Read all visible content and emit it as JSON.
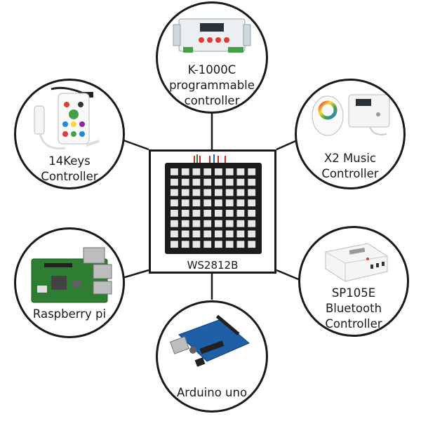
{
  "center": {
    "label": "WS2812B",
    "grid_rows": 8,
    "grid_cols": 8
  },
  "nodes": {
    "k1000c": {
      "lines": [
        "K-1000C",
        "programmable",
        "controller"
      ]
    },
    "keys14": {
      "lines": [
        "14Keys",
        "Controller"
      ]
    },
    "x2music": {
      "lines": [
        "X2 Music",
        "Controller"
      ]
    },
    "raspberry": {
      "lines": [
        "Raspberry pi"
      ]
    },
    "sp105e": {
      "lines": [
        "SP105E",
        "Bluetooth",
        "Controller"
      ]
    },
    "arduino": {
      "lines": [
        "Arduino uno"
      ]
    }
  },
  "colors": {
    "line": "#1a1a1a",
    "matrix_bg": "#1c1c1c",
    "led_cell": "#e8e8e8",
    "pcb_green": "#2e7d32",
    "arduino_blue": "#1e5fa8"
  },
  "icons": {
    "k1000c": "controller-box-icon",
    "keys14": "remote-control-icon",
    "x2music": "music-controller-icon",
    "raspberry": "raspberry-pi-board-icon",
    "sp105e": "bluetooth-controller-icon",
    "arduino": "arduino-board-icon"
  }
}
